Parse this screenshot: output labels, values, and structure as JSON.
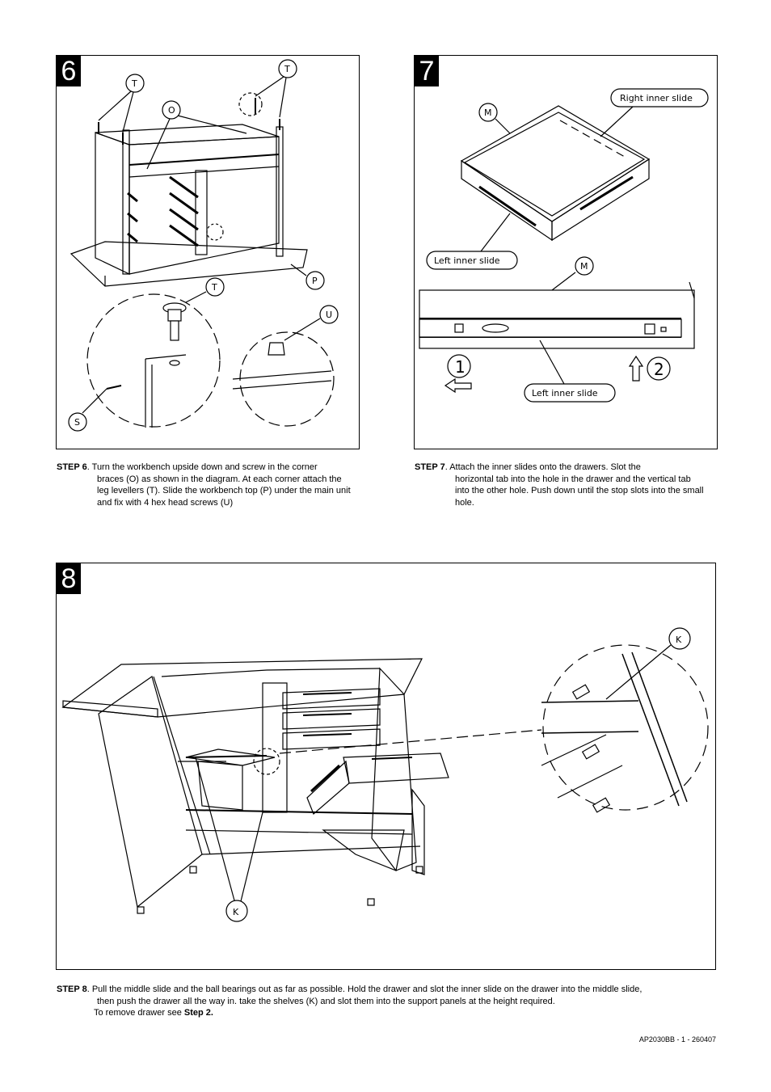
{
  "steps": [
    {
      "number": "6",
      "callouts": [
        "T",
        "T",
        "O",
        "T",
        "U",
        "P",
        "S"
      ],
      "caption_lead": "STEP 6",
      "caption_first": ". Turn the workbench upside down and screw in the corner",
      "caption_rest": "braces (O) as shown in the diagram. At each corner attach the leg levellers (T). Slide the workbench top (P) under  the main unit and fix with 4 hex head screws (U)"
    },
    {
      "number": "7",
      "callouts": [
        "M",
        "Right inner slide",
        "Left inner slide",
        "M",
        "Left inner slide",
        "1",
        "2"
      ],
      "caption_lead": "STEP 7",
      "caption_first": ". Attach the inner slides onto the drawers. Slot the",
      "caption_rest": "horizontal tab into the hole in the drawer and the vertical tab into the other hole. Push down until the stop slots into the small hole."
    },
    {
      "number": "8",
      "callouts": [
        "K",
        "K"
      ],
      "caption_lead": "STEP 8",
      "caption_first": ". Pull the middle slide and the ball bearings out as far as possible. Hold the drawer and slot the inner slide on the drawer into the middle slide,",
      "caption_rest": "then push the drawer all the way in. take the shelves (K) and slot them into the support panels at the height required.",
      "remove_text": "To remove drawer see ",
      "remove_ref": "Step 2."
    }
  ],
  "footer": "AP2030BB  - 1 - 260407"
}
